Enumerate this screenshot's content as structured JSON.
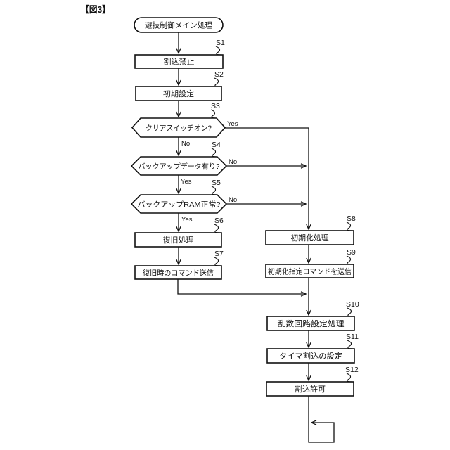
{
  "figure_title": "【図3】",
  "flow": {
    "start": "遊技制御メイン処理",
    "steps": {
      "s1": {
        "id": "S1",
        "type": "process",
        "label": "割込禁止"
      },
      "s2": {
        "id": "S2",
        "type": "process",
        "label": "初期設定"
      },
      "s3": {
        "id": "S3",
        "type": "decision",
        "label": "クリアスイッチオン?"
      },
      "s4": {
        "id": "S4",
        "type": "decision",
        "label": "バックアップデータ有り?"
      },
      "s5": {
        "id": "S5",
        "type": "decision",
        "label": "バックアップRAM正常?"
      },
      "s6": {
        "id": "S6",
        "type": "process",
        "label": "復旧処理"
      },
      "s7": {
        "id": "S7",
        "type": "process",
        "label": "復旧時のコマンド送信"
      },
      "s8": {
        "id": "S8",
        "type": "process",
        "label": "初期化処理"
      },
      "s9": {
        "id": "S9",
        "type": "process",
        "label": "初期化指定コマンドを送信"
      },
      "s10": {
        "id": "S10",
        "type": "process",
        "label": "乱数回路設定処理"
      },
      "s11": {
        "id": "S11",
        "type": "process",
        "label": "タイマ割込の設定"
      },
      "s12": {
        "id": "S12",
        "type": "process",
        "label": "割込許可"
      }
    },
    "branches": {
      "s3_yes": "Yes",
      "s3_no": "No",
      "s4_no": "No",
      "s4_yes": "Yes",
      "s5_no": "No",
      "s5_yes": "Yes"
    }
  },
  "colors": {
    "line": "#111111",
    "background": "#ffffff",
    "text": "#111111"
  }
}
